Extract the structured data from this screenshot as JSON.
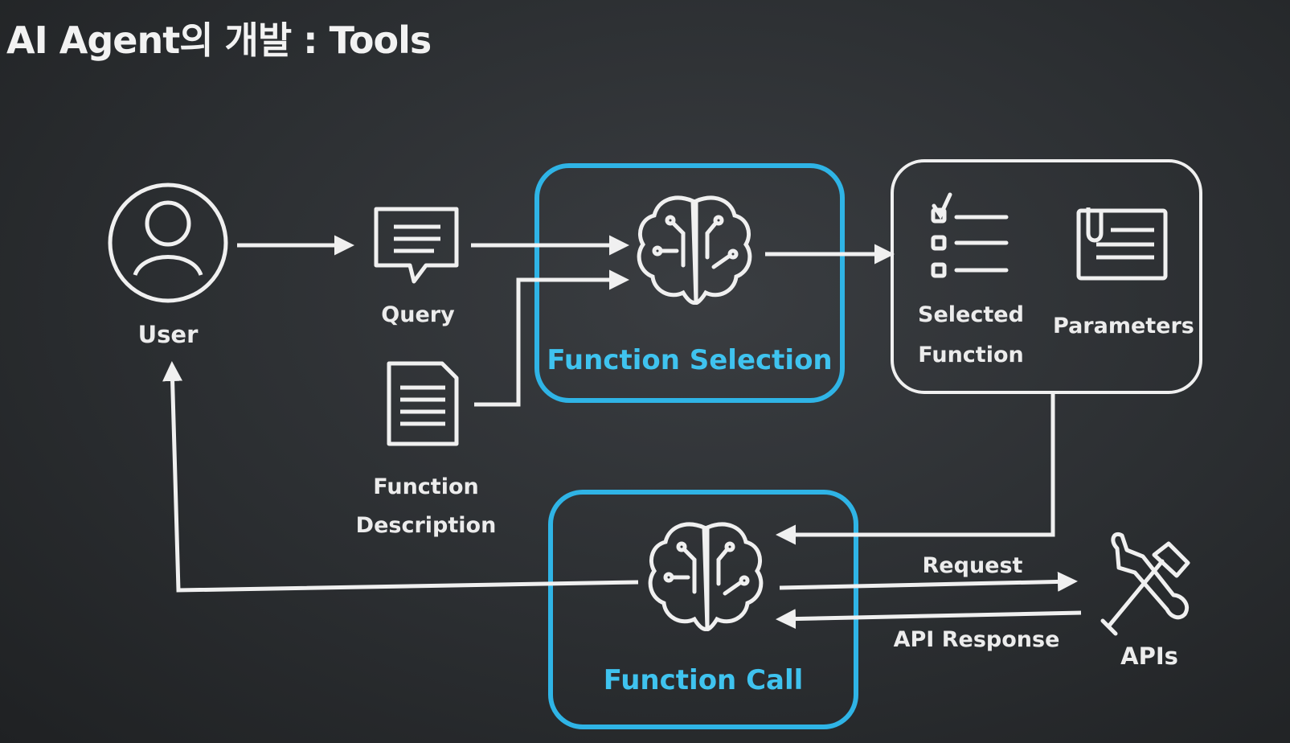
{
  "slide": {
    "title": "AI Agent의 개발 : Tools"
  },
  "nodes": {
    "user": "User",
    "query": "Query",
    "function_description_line1": "Function",
    "function_description_line2": "Description",
    "function_selection": "Function Selection",
    "selected_function_line1": "Selected",
    "selected_function_line2": "Function",
    "parameters": "Parameters",
    "function_call": "Function Call",
    "apis": "APIs"
  },
  "edges": {
    "request": "Request",
    "api_response": "API Response"
  },
  "colors": {
    "accent": "#3fc3ef",
    "stroke": "#f0f0f0",
    "background": "#2b2e31"
  }
}
